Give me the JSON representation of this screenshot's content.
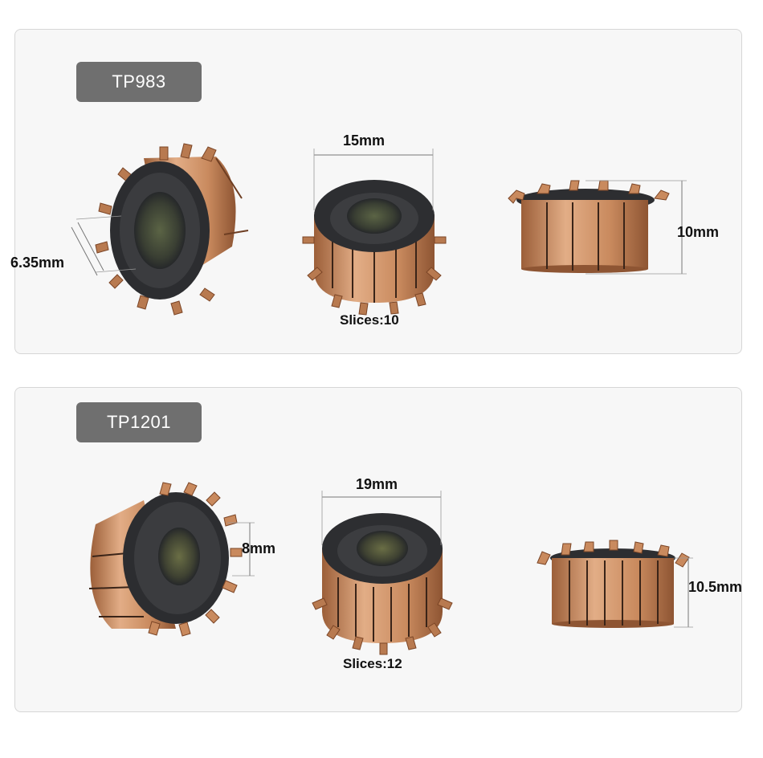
{
  "panels": [
    {
      "model": "TP983",
      "dims": {
        "hole": "6.35mm",
        "outer": "15mm",
        "height": "10mm"
      },
      "slices": "Slices:10"
    },
    {
      "model": "TP1201",
      "dims": {
        "hole": "8mm",
        "outer": "19mm",
        "height": "10.5mm"
      },
      "slices": "Slices:12"
    }
  ],
  "colors": {
    "copper": "#c98a5e",
    "copper_light": "#e3b08a",
    "copper_dark": "#8e5533",
    "core_dark": "#2f3033",
    "core_inner": "#5e6648",
    "tag_bg": "#6f6f6f",
    "panel_border": "#d6d6d6"
  }
}
